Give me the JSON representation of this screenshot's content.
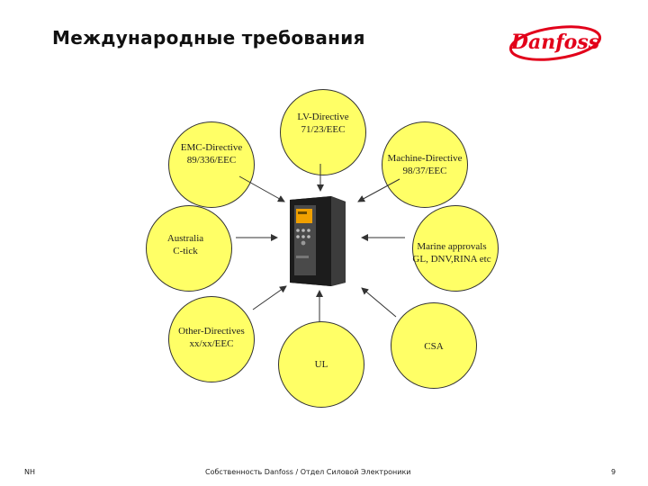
{
  "title": "Международные требования",
  "brand": {
    "logo_text": "Danfoss",
    "color": "#e2001a"
  },
  "circle_color": "#ffff66",
  "nodes": {
    "lv": {
      "line1": "LV-Directive",
      "line2": "71/23/EEC"
    },
    "emc": {
      "line1": "EMC-Directive",
      "line2": "89/336/EEC"
    },
    "machine": {
      "line1": "Machine-Directive",
      "line2": "98/37/EEC"
    },
    "australia": {
      "line1": "Australia",
      "line2": "C-tick"
    },
    "marine": {
      "line1": "Marine approvals",
      "line2": "GL, DNV,RINA etc"
    },
    "other": {
      "line1": "Other-Directives",
      "line2": "xx/xx/EEC"
    },
    "csa": {
      "line1": "CSA"
    },
    "ul": {
      "line1": "UL"
    }
  },
  "footer": {
    "left": "NH",
    "center": "Собственность Danfoss / Отдел Силовой Электроники",
    "page": "9"
  }
}
